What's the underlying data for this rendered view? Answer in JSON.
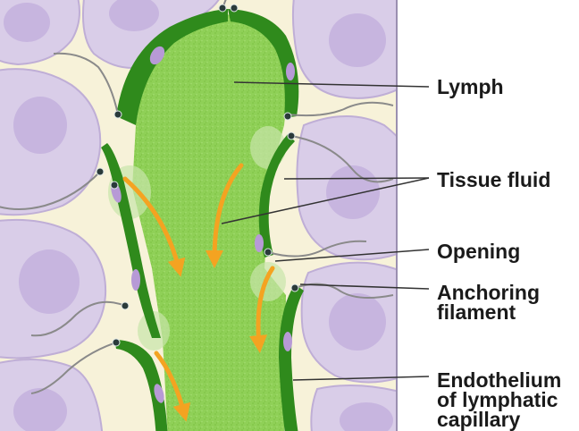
{
  "labels": {
    "lymph": "Lymph",
    "tissue_fluid": "Tissue fluid",
    "opening": "Opening",
    "anchoring_line1": "Anchoring",
    "anchoring_line2": "filament",
    "endothelium_line1": "Endothelium",
    "endothelium_line2": "of lymphatic",
    "endothelium_line3": "capillary"
  },
  "colors": {
    "background": "#ffffff",
    "interstitial": "#f7f2d9",
    "tissue_cell": "#d9cde8",
    "tissue_cell_edge": "#bfaed6",
    "nucleus": "#c7b5df",
    "lymph": "#8ccf54",
    "endothelium": "#2f8a1c",
    "endothelium_nucleus": "#b79ad6",
    "arrow": "#f4a321",
    "filament": "#8a8a8a",
    "leader_line": "#333333",
    "frame": "#9a8fb0"
  }
}
